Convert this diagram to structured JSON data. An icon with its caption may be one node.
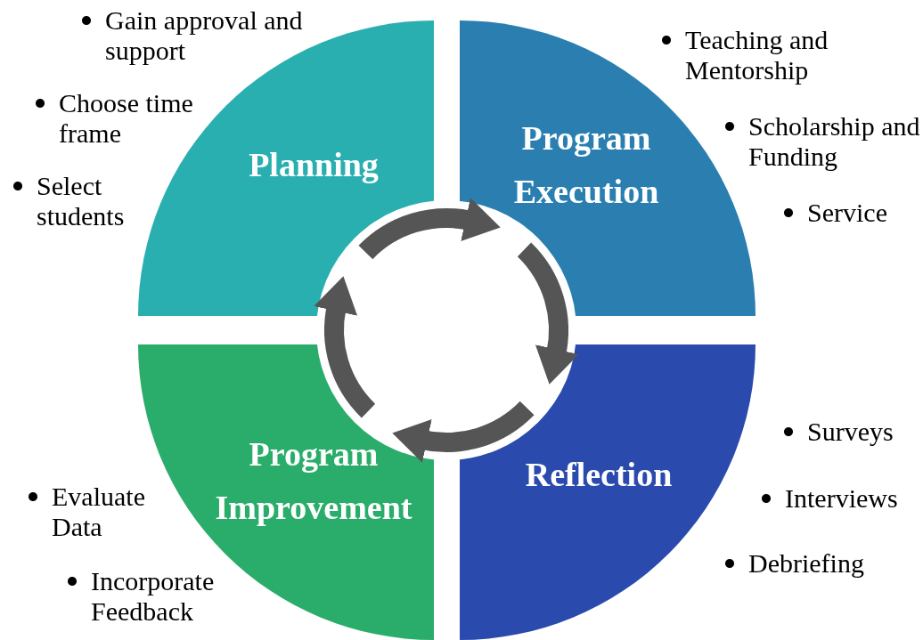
{
  "diagram": {
    "nodes": [
      {
        "text": [
          "Planning"
        ],
        "beside": [
          "Gain approval and support",
          "Choose time frame",
          "Select students"
        ]
      },
      {
        "text": [
          "Program Execution"
        ],
        "beside": [
          "Teaching and Mentorship",
          "Scholarship and Funding",
          "Service"
        ]
      },
      {
        "text": [
          "Program Improvement"
        ],
        "beside": [
          "Evaluate Data",
          "Incorporate Feedback"
        ]
      },
      {
        "text": [
          "Reflection"
        ],
        "beside": [
          "Surveys",
          "Interviews",
          "Debriefing"
        ]
      }
    ],
    "edges": [
      {
        "from": 0,
        "to": 1,
        "arrow": "to"
      },
      {
        "from": 1,
        "to": 3,
        "arrow": "to"
      },
      {
        "from": 3,
        "to": 2,
        "arrow": "to"
      },
      {
        "from": 2,
        "to": 0,
        "arrow": "to"
      }
    ]
  }
}
